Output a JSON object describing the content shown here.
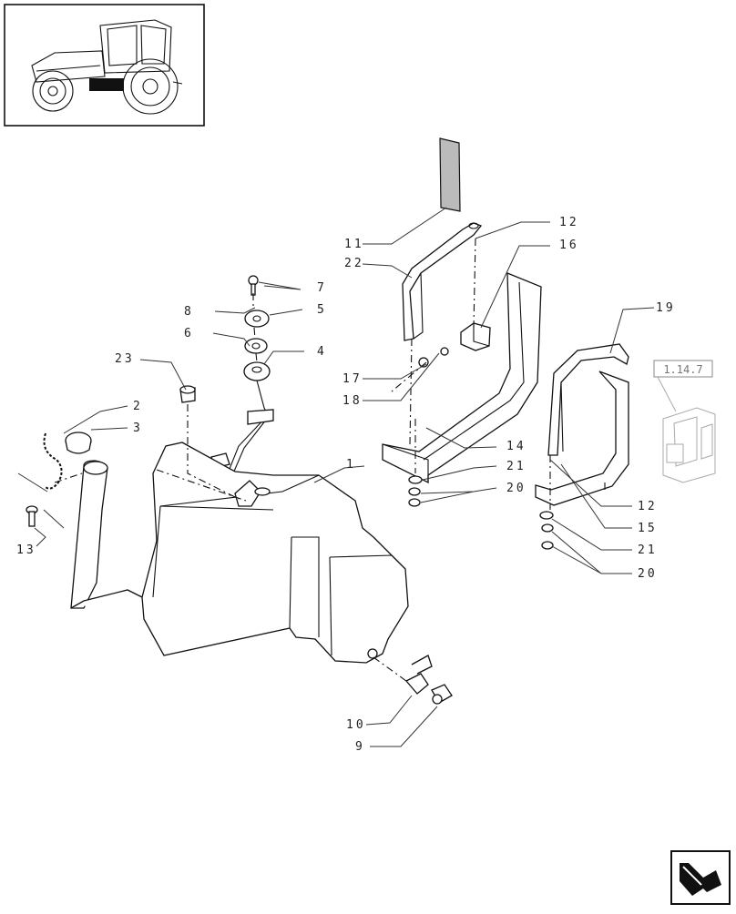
{
  "thumbnail": {
    "icon": "tractor-icon"
  },
  "nav": {
    "icon": "next-page-arrow-icon"
  },
  "reference": {
    "label": "1.14.7",
    "icon": "cab-reference-icon"
  },
  "callouts": {
    "c1": "1",
    "c2": "2",
    "c3": "3",
    "c4": "4",
    "c5": "5",
    "c6": "6",
    "c7": "7",
    "c8": "8",
    "c9": "9",
    "c10": "10",
    "c11": "11",
    "c12a": "12",
    "c12b": "12",
    "c13": "13",
    "c14": "14",
    "c15": "15",
    "c16": "16",
    "c17": "17",
    "c18": "18",
    "c19": "19",
    "c20a": "20",
    "c20b": "20",
    "c21a": "21",
    "c21b": "21",
    "c22": "22",
    "c23": "23"
  }
}
